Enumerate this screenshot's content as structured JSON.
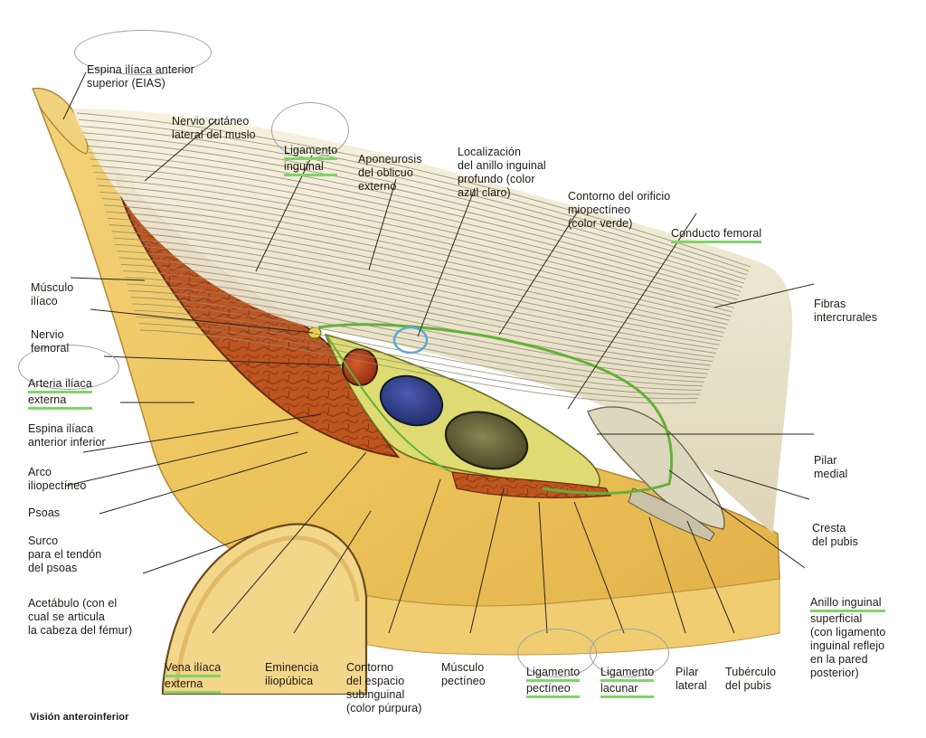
{
  "labels": {
    "eias": [
      "Espina ilíaca anterior",
      "superior (EIAS)"
    ],
    "nervio_cutaneo": [
      "Nervio cutáneo",
      "lateral del muslo"
    ],
    "ligamento_inguinal": [
      "Ligamento",
      "inguinal"
    ],
    "aponeurosis": [
      "Aponeurosis",
      "del oblicuo",
      "externo"
    ],
    "anillo_profundo": [
      "Localización",
      "del anillo inguinal",
      "profundo (color",
      "azul claro)"
    ],
    "orificio": [
      "Contorno del orificio",
      "miopectíneo",
      "(color verde)"
    ],
    "conducto_femoral": [
      "Conducto femoral"
    ],
    "fibras": [
      "Fibras",
      "intercrurales"
    ],
    "musculo_iliaco": [
      "Músculo",
      "ilíaco"
    ],
    "nervio_femoral": [
      "Nervio",
      "femoral"
    ],
    "arteria": [
      "Arteria ilíaca",
      "externa"
    ],
    "espina_inferior": [
      "Espina ilíaca",
      "anterior inferior"
    ],
    "arco": [
      "Arco",
      "iliopectíneo"
    ],
    "psoas": [
      "Psoas"
    ],
    "surco": [
      "Surco",
      "para el tendón",
      "del psoas"
    ],
    "acetabulo": [
      "Acetábulo (con el",
      "cual se articula",
      "la cabeza del fémur)"
    ],
    "pilar_medial": [
      "Pilar",
      "medial"
    ],
    "cresta": [
      "Cresta",
      "del pubis"
    ],
    "anillo_superficial": [
      "Anillo inguinal",
      "superficial",
      "(con ligamento",
      "inguinal reflejo",
      "en la pared",
      "posterior)"
    ],
    "vena": [
      "Vena ilíaca",
      "externa"
    ],
    "eminencia": [
      "Eminencia",
      "iliopúbica"
    ],
    "contorno_subinguinal": [
      "Contorno",
      "del espacio",
      "subinguinal",
      "(color púrpura)"
    ],
    "pectineo": [
      "Músculo",
      "pectíneo"
    ],
    "lig_pectineo": [
      "Ligamento",
      "pectíneo"
    ],
    "lig_lacunar": [
      "Ligamento",
      "lacunar"
    ],
    "pilar_lateral": [
      "Pilar",
      "lateral"
    ],
    "tuberculo": [
      "Tubérculo",
      "del pubis"
    ],
    "vision": [
      "Visión anteroinferior"
    ]
  },
  "colors": {
    "bone": "#ebc25e",
    "bone_light": "#f4dd99",
    "muscle": "#b8521f",
    "artery": "#b8401c",
    "vein": "#2f3f8c",
    "femoral_canal": "#6d6a3c",
    "fat": "#d8d86a",
    "highlight": "#7fd46a",
    "outline_green": "#63b03a",
    "outline_blue": "#5fa7d6"
  }
}
